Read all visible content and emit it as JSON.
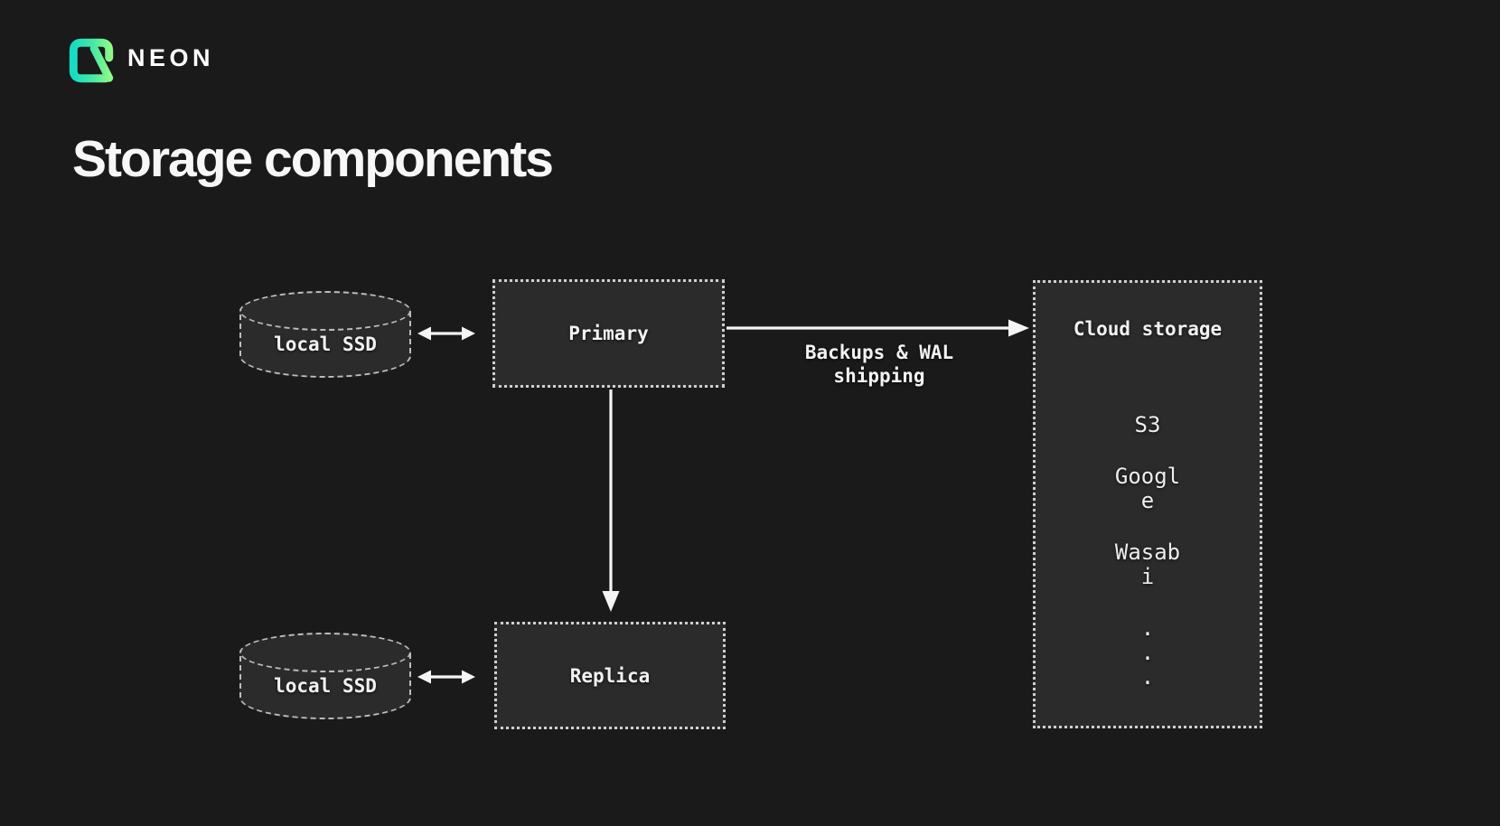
{
  "header": {
    "brand": "NEON"
  },
  "page_title": "Storage components",
  "diagram": {
    "local_ssd_top": {
      "label": "local SSD"
    },
    "local_ssd_bottom": {
      "label": "local SSD"
    },
    "primary_box": {
      "label": "Primary"
    },
    "replica_box": {
      "label": "Replica"
    },
    "backup_arrow": {
      "label": "Backups & WAL shipping"
    },
    "cloud_box": {
      "title": "Cloud storage",
      "items": [
        "S3",
        "Google",
        "Wasabi"
      ],
      "dots": [
        ".",
        ".",
        "."
      ]
    }
  },
  "colors": {
    "background": "#1a1a1b",
    "node_fill": "#2b2b2c",
    "border_light": "#cfcfcf",
    "text": "#f2f2f2",
    "logo_teal": "#16dcc4",
    "logo_green": "#8ef988"
  }
}
